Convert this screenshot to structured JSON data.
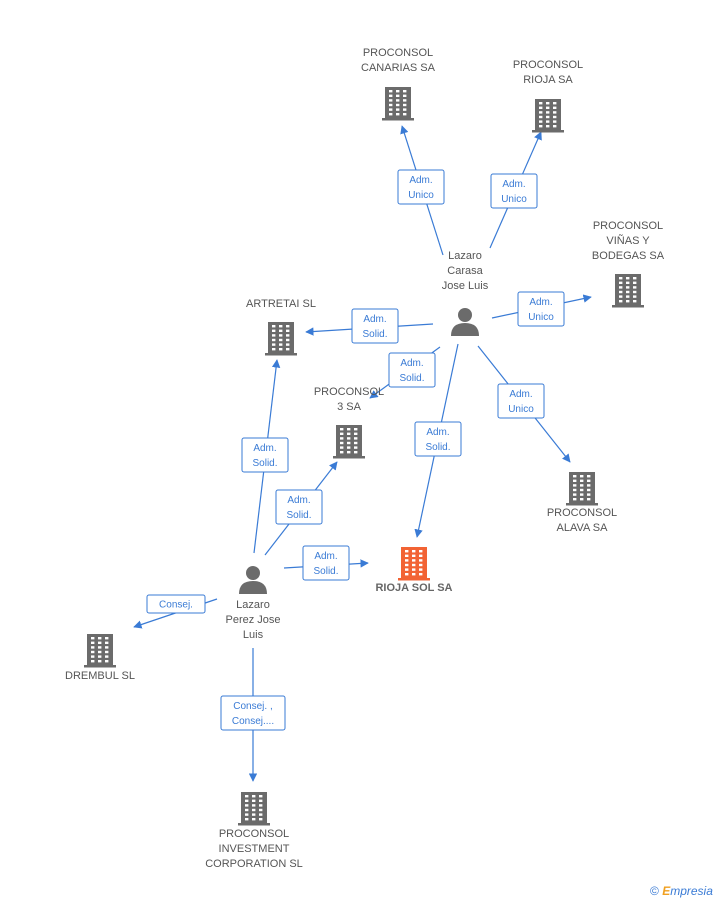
{
  "colors": {
    "edge": "#3a7bd5",
    "company": "#6b6b6b",
    "main_company": "#f26334",
    "person": "#6b6b6b"
  },
  "nodes": [
    {
      "id": "proconsol-canarias",
      "type": "company",
      "lines": [
        "PROCONSOL",
        "CANARIAS SA"
      ]
    },
    {
      "id": "proconsol-rioja",
      "type": "company",
      "lines": [
        "PROCONSOL",
        "RIOJA SA"
      ]
    },
    {
      "id": "proconsol-vinas",
      "type": "company",
      "lines": [
        "PROCONSOL",
        "VIÑAS Y",
        "BODEGAS SA"
      ]
    },
    {
      "id": "artretai",
      "type": "company",
      "lines": [
        "ARTRETAI SL"
      ]
    },
    {
      "id": "proconsol-3",
      "type": "company",
      "lines": [
        "PROCONSOL",
        "3 SA"
      ]
    },
    {
      "id": "proconsol-alava",
      "type": "company",
      "lines": [
        "PROCONSOL",
        "ALAVA SA"
      ]
    },
    {
      "id": "rioja-sol",
      "type": "main",
      "lines": [
        "RIOJA SOL SA"
      ]
    },
    {
      "id": "drembul",
      "type": "company",
      "lines": [
        "DREMBUL SL"
      ]
    },
    {
      "id": "proconsol-investment",
      "type": "company",
      "lines": [
        "PROCONSOL",
        "INVESTMENT",
        "CORPORATION SL"
      ]
    },
    {
      "id": "lazaro-carasa",
      "type": "person",
      "lines": [
        "Lazaro",
        "Carasa",
        "Jose Luis"
      ]
    },
    {
      "id": "lazaro-perez",
      "type": "person",
      "lines": [
        "Lazaro",
        "Perez Jose",
        "Luis"
      ]
    }
  ],
  "edges": [
    {
      "id": "carasa-canarias",
      "lines": [
        "Adm.",
        "Unico"
      ]
    },
    {
      "id": "carasa-rioja",
      "lines": [
        "Adm.",
        "Unico"
      ]
    },
    {
      "id": "carasa-vinas",
      "lines": [
        "Adm.",
        "Unico"
      ]
    },
    {
      "id": "carasa-artretai",
      "lines": [
        "Adm.",
        "Solid."
      ]
    },
    {
      "id": "carasa-proconsol3",
      "lines": [
        "Adm.",
        "Solid."
      ]
    },
    {
      "id": "carasa-riojasol",
      "lines": [
        "Adm.",
        "Solid."
      ]
    },
    {
      "id": "carasa-alava",
      "lines": [
        "Adm.",
        "Unico"
      ]
    },
    {
      "id": "perez-artretai",
      "lines": [
        "Adm.",
        "Solid."
      ]
    },
    {
      "id": "perez-proconsol3",
      "lines": [
        "Adm.",
        "Solid."
      ]
    },
    {
      "id": "perez-riojasol",
      "lines": [
        "Adm.",
        "Solid."
      ]
    },
    {
      "id": "perez-drembul",
      "lines": [
        "Consej."
      ]
    },
    {
      "id": "perez-investment",
      "lines": [
        "Consej. ,",
        "Consej...."
      ]
    }
  ],
  "footer": {
    "copyright": "©",
    "brand_initial": "E",
    "brand_rest": "mpresia"
  }
}
